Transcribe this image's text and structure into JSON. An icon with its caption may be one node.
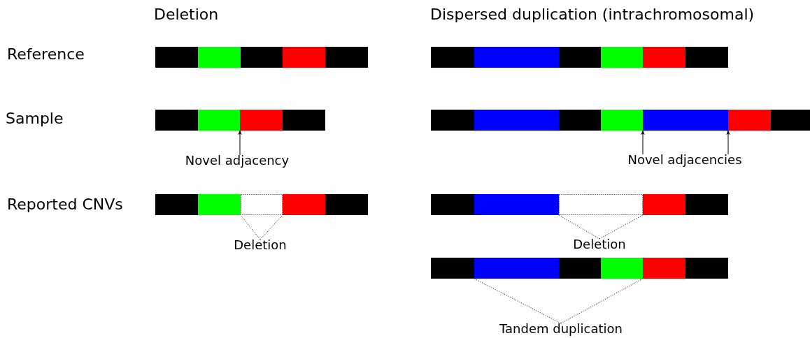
{
  "diagram": {
    "nodes": [
      {
        "text": [],
        "shape": "bar"
      },
      {
        "text": [],
        "shape": "bar"
      },
      {
        "text": [],
        "shape": "bar"
      },
      {
        "text": [],
        "shape": "bar"
      },
      {
        "text": [
          "Novel adjacency"
        ]
      },
      {
        "text": [
          "Novel adjacencies"
        ]
      },
      {
        "text": [],
        "shape": "bar"
      },
      {
        "text": [],
        "shape": "bar"
      },
      {
        "text": [
          "Deletion"
        ]
      },
      {
        "text": [
          "Deletion"
        ]
      },
      {
        "text": [],
        "shape": "bar"
      },
      {
        "text": [
          "Tandem duplication"
        ]
      }
    ],
    "edges": [
      {
        "from": 4,
        "to": 2,
        "arrow": "to"
      },
      {
        "from": 5,
        "to": 3,
        "arrow": "to"
      },
      {
        "from": 5,
        "to": 3,
        "arrow": "to"
      },
      {
        "from": 8,
        "to": 6,
        "arrow": "none",
        "style": "dashed"
      },
      {
        "from": 9,
        "to": 7,
        "arrow": "none",
        "style": "dashed"
      },
      {
        "from": 11,
        "to": 10,
        "arrow": "none",
        "style": "dashed"
      }
    ],
    "labels": [
      "Deletion",
      "Dispersed duplication (intrachromosomal)",
      "Reference",
      "Sample",
      "Reported CNVs"
    ]
  }
}
